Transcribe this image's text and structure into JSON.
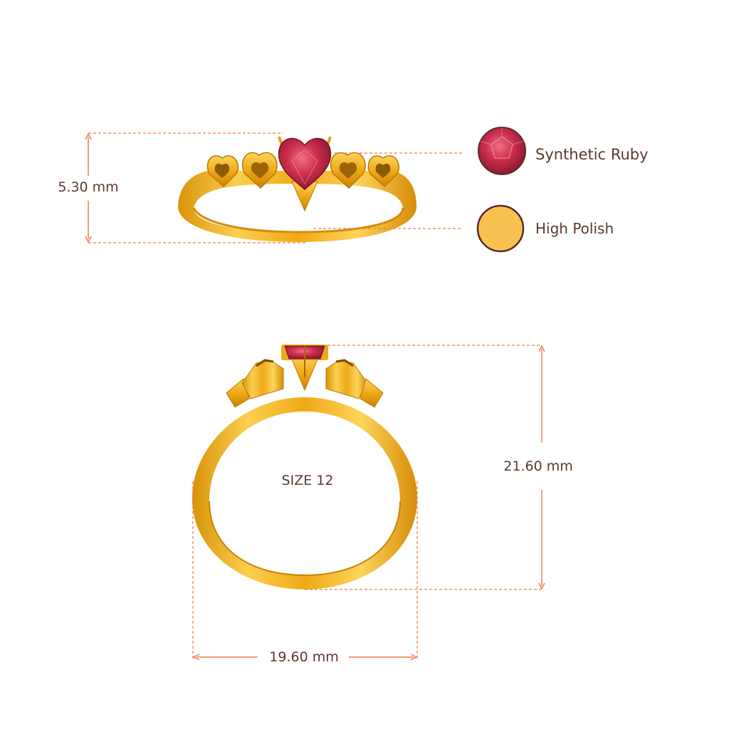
{
  "top_view": {
    "height_dimension": "5.30 mm"
  },
  "legend": {
    "items": [
      {
        "label": "Synthetic Ruby",
        "swatch_color": "#c8334f",
        "icon": "ruby-gem-icon"
      },
      {
        "label": "High Polish",
        "swatch_color": "#f7c252",
        "icon": "polish-swatch-icon"
      }
    ]
  },
  "front_view": {
    "size_label": "SIZE 12",
    "height_dimension": "21.60 mm",
    "width_dimension": "19.60 mm"
  },
  "colors": {
    "dimension_line": "#f07a4a",
    "text": "#5a3a2e",
    "gold": "#f2b322",
    "gold_dark": "#c98a08",
    "ruby": "#c8334f"
  }
}
